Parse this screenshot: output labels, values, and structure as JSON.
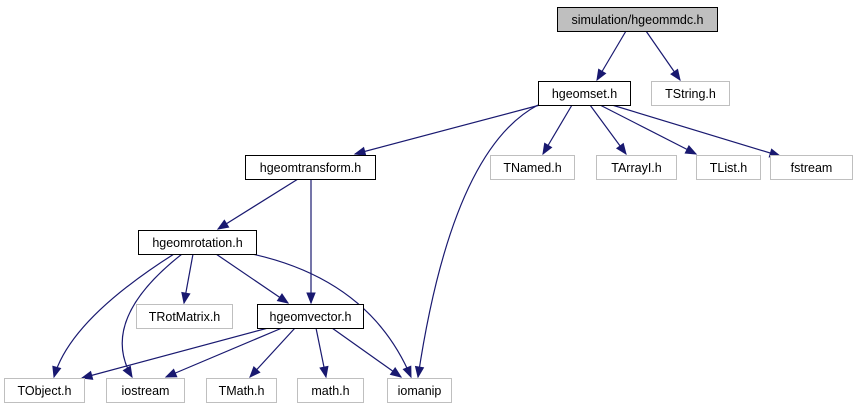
{
  "colors": {
    "root_fill": "#bfbfbf",
    "node_fill": "#ffffff",
    "node_stroke": "#000000",
    "system_stroke": "#bfbfbf",
    "edge": "#191970"
  },
  "nodes": [
    {
      "id": "hgeommdc",
      "label": "simulation/hgeommdc.h",
      "kind": "root"
    },
    {
      "id": "hgeomset",
      "label": "hgeomset.h",
      "kind": "local"
    },
    {
      "id": "tstring",
      "label": "TString.h",
      "kind": "system"
    },
    {
      "id": "hgeomtransform",
      "label": "hgeomtransform.h",
      "kind": "local"
    },
    {
      "id": "tnamed",
      "label": "TNamed.h",
      "kind": "system"
    },
    {
      "id": "tarrayi",
      "label": "TArrayI.h",
      "kind": "system"
    },
    {
      "id": "tlist",
      "label": "TList.h",
      "kind": "system"
    },
    {
      "id": "fstream",
      "label": "fstream",
      "kind": "system"
    },
    {
      "id": "hgeomrotation",
      "label": "hgeomrotation.h",
      "kind": "local"
    },
    {
      "id": "trotmatrix",
      "label": "TRotMatrix.h",
      "kind": "system"
    },
    {
      "id": "hgeomvector",
      "label": "hgeomvector.h",
      "kind": "local"
    },
    {
      "id": "tobject",
      "label": "TObject.h",
      "kind": "system"
    },
    {
      "id": "iostream",
      "label": "iostream",
      "kind": "system"
    },
    {
      "id": "tmath",
      "label": "TMath.h",
      "kind": "system"
    },
    {
      "id": "math",
      "label": "math.h",
      "kind": "system"
    },
    {
      "id": "iomanip",
      "label": "iomanip",
      "kind": "system"
    }
  ],
  "edges": [
    {
      "from": "hgeommdc",
      "to": "hgeomset"
    },
    {
      "from": "hgeommdc",
      "to": "tstring"
    },
    {
      "from": "hgeomset",
      "to": "hgeomtransform"
    },
    {
      "from": "hgeomset",
      "to": "tnamed"
    },
    {
      "from": "hgeomset",
      "to": "tarrayi"
    },
    {
      "from": "hgeomset",
      "to": "tlist"
    },
    {
      "from": "hgeomset",
      "to": "fstream"
    },
    {
      "from": "hgeomset",
      "to": "iomanip"
    },
    {
      "from": "hgeomtransform",
      "to": "hgeomrotation"
    },
    {
      "from": "hgeomtransform",
      "to": "hgeomvector"
    },
    {
      "from": "hgeomrotation",
      "to": "trotmatrix"
    },
    {
      "from": "hgeomrotation",
      "to": "hgeomvector"
    },
    {
      "from": "hgeomrotation",
      "to": "tobject"
    },
    {
      "from": "hgeomrotation",
      "to": "iostream"
    },
    {
      "from": "hgeomrotation",
      "to": "iomanip"
    },
    {
      "from": "hgeomvector",
      "to": "tobject"
    },
    {
      "from": "hgeomvector",
      "to": "iostream"
    },
    {
      "from": "hgeomvector",
      "to": "tmath"
    },
    {
      "from": "hgeomvector",
      "to": "math"
    },
    {
      "from": "hgeomvector",
      "to": "iomanip"
    }
  ]
}
